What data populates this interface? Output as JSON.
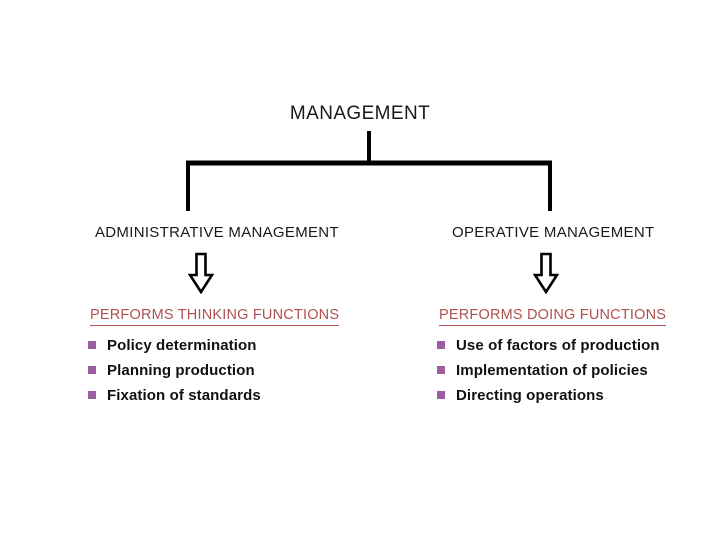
{
  "diagram": {
    "root": {
      "label": "MANAGEMENT"
    },
    "colors": {
      "heading": "#b05050",
      "bullet": "#9b5fa0",
      "line": "#000000",
      "text": "#111111",
      "background": "#ffffff"
    },
    "branches": [
      {
        "label": "ADMINISTRATIVE MANAGEMENT",
        "arrow": "down-arrow-icon",
        "heading": "PERFORMS THINKING FUNCTIONS",
        "items": [
          "Policy determination",
          "Planning production",
          "Fixation of standards"
        ]
      },
      {
        "label": "OPERATIVE MANAGEMENT",
        "arrow": "down-arrow-icon",
        "heading": "PERFORMS DOING FUNCTIONS",
        "items": [
          "Use of factors of production",
          "Implementation of policies",
          "Directing operations"
        ]
      }
    ]
  }
}
